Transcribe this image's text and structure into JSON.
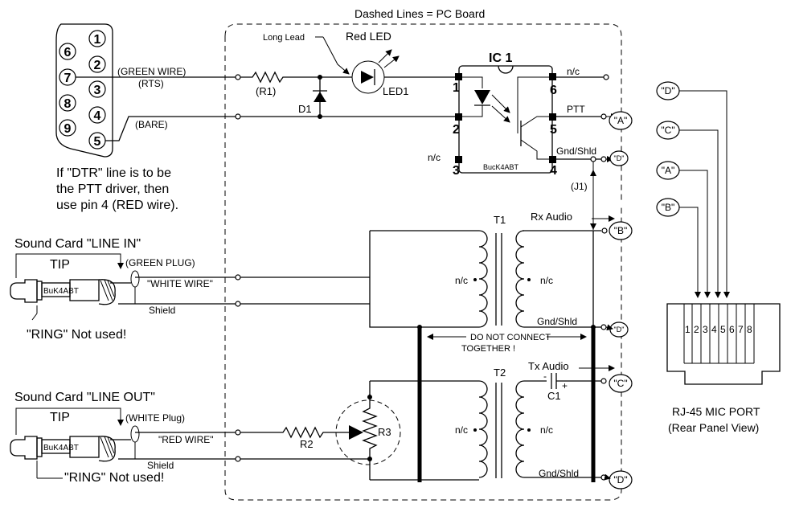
{
  "diagram": {
    "pcb_note": "Dashed Lines = PC Board",
    "db9": {
      "pins": [
        "1",
        "2",
        "3",
        "4",
        "5",
        "6",
        "7",
        "8",
        "9"
      ],
      "green_wire": "(GREEN WIRE)",
      "rts": "(RTS)",
      "bare": "(BARE)",
      "dtr_note": [
        "If \"DTR\" line is to be",
        "the PTT driver, then",
        "use pin 4 (RED wire)."
      ]
    },
    "led": {
      "long_lead": "Long Lead",
      "label": "Red LED",
      "ref": "LED1"
    },
    "r1": "(R1)",
    "d1": "D1",
    "ic": {
      "title": "IC 1",
      "pins": [
        "1",
        "2",
        "3",
        "4",
        "5",
        "6"
      ],
      "nc": "n/c",
      "credit": "BucK4ABT",
      "ptt": "PTT",
      "gnd": "Gnd/Shld",
      "nc_out": "n/c"
    },
    "connectors": {
      "a": "\"A\"",
      "b": "\"B\"",
      "c": "\"C\"",
      "d": "\"D\""
    },
    "j1": "(J1)",
    "rx_audio": "Rx Audio",
    "tx_audio": "Tx Audio",
    "t1": "T1",
    "t2": "T2",
    "nc": "n/c",
    "gnd_shld": "Gnd/Shld",
    "do_not_connect": [
      "DO NOT CONNECT",
      "TOGETHER !"
    ],
    "line_in": {
      "title": "Sound Card \"LINE IN\"",
      "tip": "TIP",
      "plug": "(GREEN PLUG)",
      "wire": "\"WHITE WIRE\"",
      "shield": "Shield",
      "ring": "\"RING\" Not used!",
      "credit": "BuK4ABT"
    },
    "line_out": {
      "title": "Sound Card \"LINE OUT\"",
      "tip": "TIP",
      "plug": "(WHITE Plug)",
      "wire": "\"RED WIRE\"",
      "shield": "Shield",
      "ring": "\"RING\" Not used!",
      "credit": "BuK4ABT"
    },
    "r2": "R2",
    "r3": "R3",
    "c1": "C1",
    "c1_plus": "+",
    "c1_minus": "-",
    "rj45": {
      "pins": [
        "1",
        "2",
        "3",
        "4",
        "5",
        "6",
        "7",
        "8"
      ],
      "title": "RJ-45 MIC PORT",
      "subtitle": "(Rear Panel View)"
    }
  }
}
